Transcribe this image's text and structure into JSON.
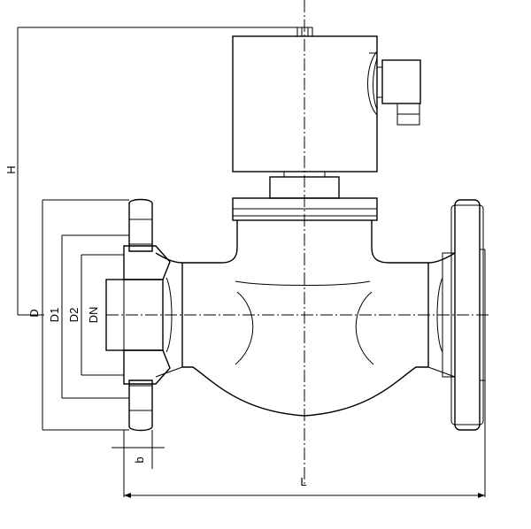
{
  "labels": {
    "height": "H",
    "inlet_mark": "D",
    "flange_outer": "D1",
    "bolt_circle": "D2",
    "nominal_bore": "DN",
    "flange_thickness": "b",
    "overall_length": "L"
  },
  "colors": {
    "line": "#000000",
    "background": "#ffffff"
  }
}
